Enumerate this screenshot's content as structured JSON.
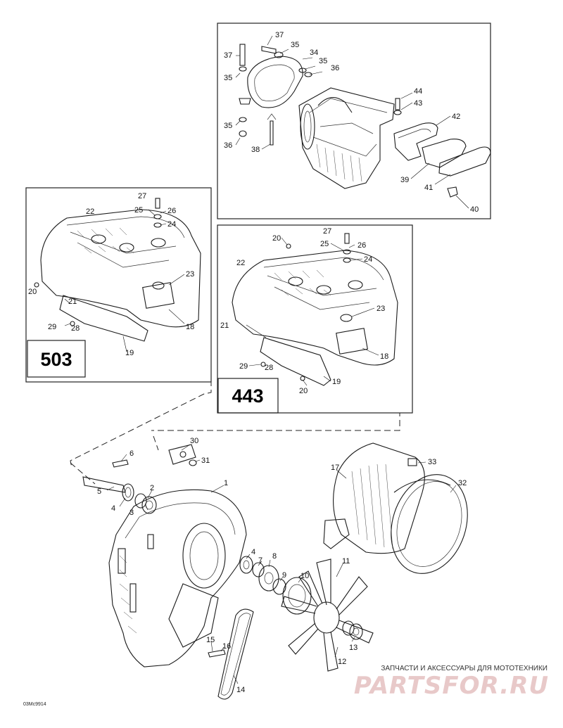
{
  "diagram": {
    "models": [
      "503",
      "443"
    ],
    "callouts": {
      "c1": "1",
      "c2": "2",
      "c3": "3",
      "c4a": "4",
      "c4b": "4",
      "c5": "5",
      "c6": "6",
      "c7": "7",
      "c8": "8",
      "c9": "9",
      "c10": "10",
      "c11": "11",
      "c12": "12",
      "c13": "13",
      "c14": "14",
      "c15": "15",
      "c16": "16",
      "c17": "17",
      "c18a": "18",
      "c18b": "18",
      "c19a": "19",
      "c19b": "19",
      "c20a": "20",
      "c20b": "20",
      "c20c": "20",
      "c21a": "21",
      "c21b": "21",
      "c22a": "22",
      "c22b": "22",
      "c23a": "23",
      "c23b": "23",
      "c24a": "24",
      "c24b": "24",
      "c25a": "25",
      "c25b": "25",
      "c26a": "26",
      "c26b": "26",
      "c27a": "27",
      "c27b": "27",
      "c28a": "28",
      "c28b": "28",
      "c29a": "29",
      "c29b": "29",
      "c30": "30",
      "c31": "31",
      "c32": "32",
      "c33": "33",
      "c34": "34",
      "c35a": "35",
      "c35b": "35",
      "c35c": "35",
      "c35d": "35",
      "c36a": "36",
      "c36b": "36",
      "c37a": "37",
      "c37b": "37",
      "c38": "38",
      "c39": "39",
      "c40": "40",
      "c41": "41",
      "c42": "42",
      "c43": "43",
      "c44": "44"
    },
    "drawing_code": "03Mc9914"
  },
  "watermark": {
    "shop_text": "ЗАПЧАСТИ И АКСЕССУАРЫ ДЛЯ МОТОТЕХНИКИ",
    "brand": "PARTSFOR.RU"
  }
}
